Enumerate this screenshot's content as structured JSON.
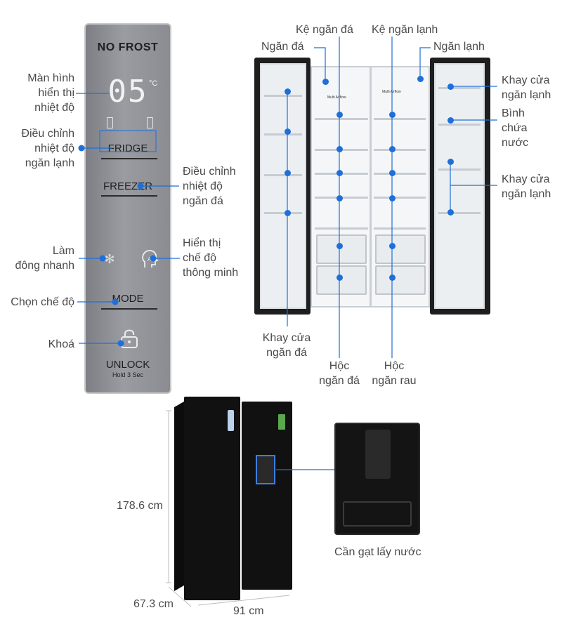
{
  "panel": {
    "brand": "NO FROST",
    "temperature": "05",
    "unit": "°C",
    "fridge": "FRIDGE",
    "freezer": "FREEZER",
    "mode": "MODE",
    "unlock": "UNLOCK",
    "hold": "Hold 3 Sec",
    "fast_freeze_icon": "snowflake-icon",
    "smart_icon": "ai-head-icon",
    "lock_icon": "lock-icon"
  },
  "labels": {
    "temp_display": "Màn hình\nhiển thị\nnhiệt độ",
    "fridge_adjust": "Điều chỉnh\nnhiệt độ\nngăn lạnh",
    "freezer_adjust": "Điều chỉnh\nnhiệt độ\nngăn đá",
    "fast_freeze": "Làm\nđông nhanh",
    "smart_mode": "Hiển thị\nchế độ\nthông minh",
    "choose_mode": "Chọn chế độ",
    "lock": "Khoá",
    "freezer_compartment": "Ngăn đá",
    "freezer_shelf": "Kệ ngăn đá",
    "fridge_shelf": "Kệ ngăn lạnh",
    "fridge_compartment": "Ngăn lạnh",
    "fridge_door_tray_top": "Khay cửa\nngăn lạnh",
    "water_tank": "Bình\nchứa\nnước",
    "fridge_door_tray_bottom": "Khay cửa\nngăn lạnh",
    "freezer_door_tray": "Khay cửa\nngăn đá",
    "freezer_drawer": "Hộc\nngăn đá",
    "veg_drawer": "Hộc\nngăn rau",
    "water_lever": "Cần gạt lấy nước",
    "airflow": "Multi Airflow"
  },
  "dimensions": {
    "height": "178.6 cm",
    "depth": "67.3 cm",
    "width": "91 cm"
  },
  "colors": {
    "accent": "#1e6fd9",
    "fridge_body": "#111111",
    "panel": "#8a8c92"
  }
}
